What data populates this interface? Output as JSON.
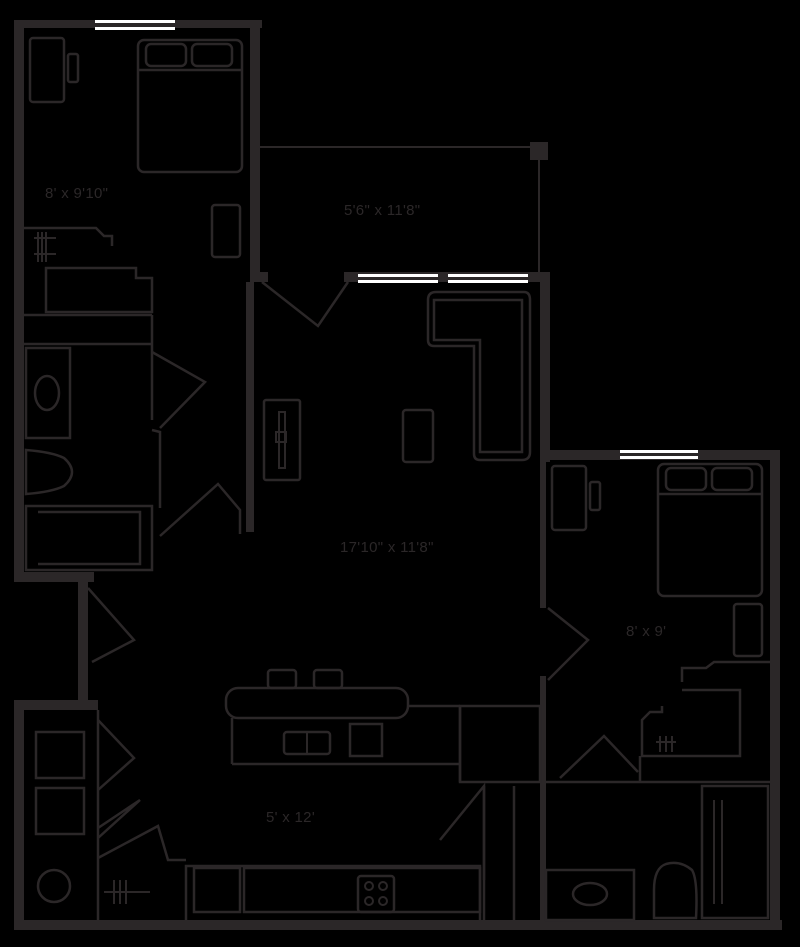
{
  "floor_plan": {
    "rooms": [
      {
        "id": "bedroom-1",
        "dimensions": "8' x 9'10\""
      },
      {
        "id": "balcony",
        "dimensions": "5'6\" x 11'8\""
      },
      {
        "id": "living",
        "dimensions": "17'10\" x 11'8\""
      },
      {
        "id": "bedroom-2",
        "dimensions": "8' x 9'"
      },
      {
        "id": "kitchen",
        "dimensions": "5' x 12'"
      }
    ],
    "colors": {
      "background": "#000000",
      "walls": "#2b2728",
      "windows": "#ffffff"
    }
  }
}
